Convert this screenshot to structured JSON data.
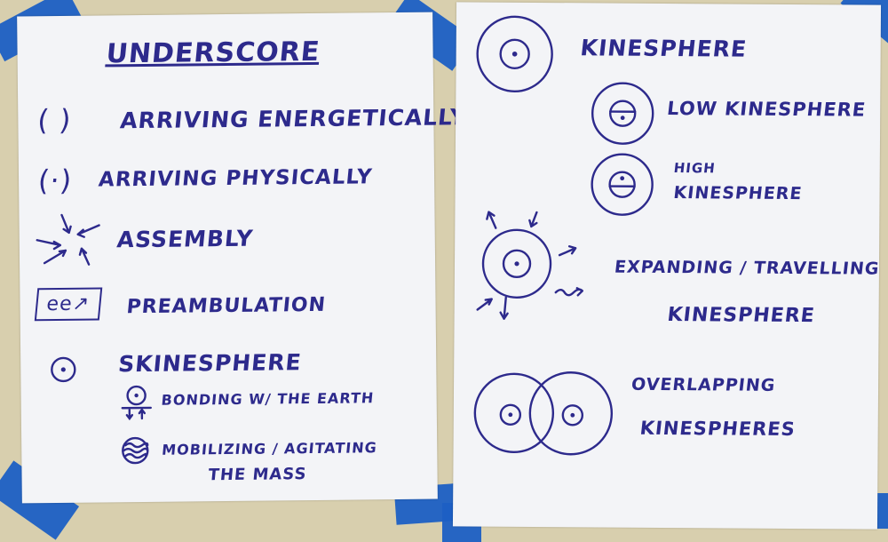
{
  "left_sheet": {
    "title": "UNDERSCORE",
    "items": [
      {
        "symbol": "( )",
        "label": "ARRIVING ENERGETICALLY"
      },
      {
        "symbol": "(·)",
        "label": "ARRIVING PHYSICALLY"
      },
      {
        "label": "ASSEMBLY"
      },
      {
        "symbol": "ee↗",
        "label": "PREAMBULATION"
      },
      {
        "label": "SKINESPHERE"
      },
      {
        "label": "BONDING W/ THE EARTH"
      },
      {
        "label_line1": "MOBILIZING / AGITATING",
        "label_line2": "THE MASS"
      }
    ]
  },
  "right_sheet": {
    "items": [
      {
        "label": "KINESPHERE"
      },
      {
        "label": "LOW KINESPHERE"
      },
      {
        "label_line1": "HIGH",
        "label_line2": "KINESPHERE"
      },
      {
        "label_line1": "EXPANDING / TRAVELLING",
        "label_line2": "KINESPHERE"
      },
      {
        "label_line1": "OVERLAPPING",
        "label_line2": "KINESPHERES"
      }
    ]
  },
  "colors": {
    "ink": "#2d2a8c",
    "tape": "#1c5fc4",
    "paper": "#f3f4f7",
    "wall": "#d8cfae"
  }
}
